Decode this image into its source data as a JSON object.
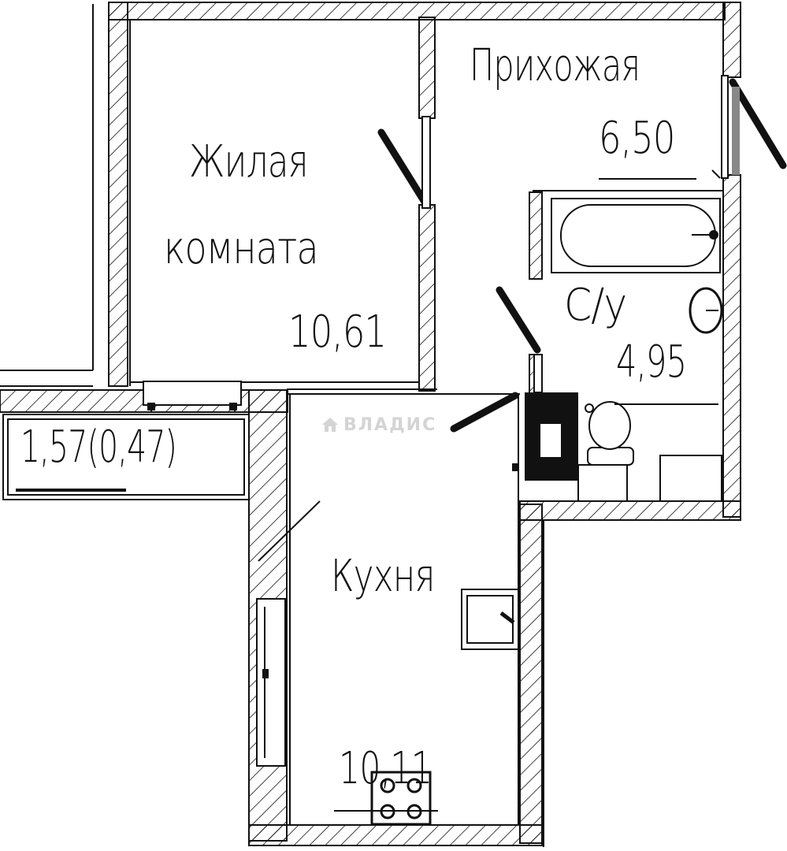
{
  "rooms": {
    "living": {
      "name_line1": "Жилая",
      "name_line2": "комната",
      "area": "10,61"
    },
    "hallway": {
      "name": "Прихожая",
      "area": "6,50"
    },
    "bathroom": {
      "name": "С/у",
      "area": "4,95"
    },
    "kitchen": {
      "name": "Кухня",
      "area": "10,11"
    },
    "balcony": {
      "area": "1,57(0,47)"
    }
  },
  "watermark": {
    "text": "ВЛАДИС"
  },
  "colors": {
    "line": "#111111",
    "watermark": "#d4d4d4",
    "background": "#ffffff"
  },
  "icons": [
    "bathtub-icon",
    "washbasin-icon",
    "toilet-icon",
    "kitchen-sink-icon",
    "stove-icon",
    "boiler-icon",
    "house-logo-icon"
  ]
}
